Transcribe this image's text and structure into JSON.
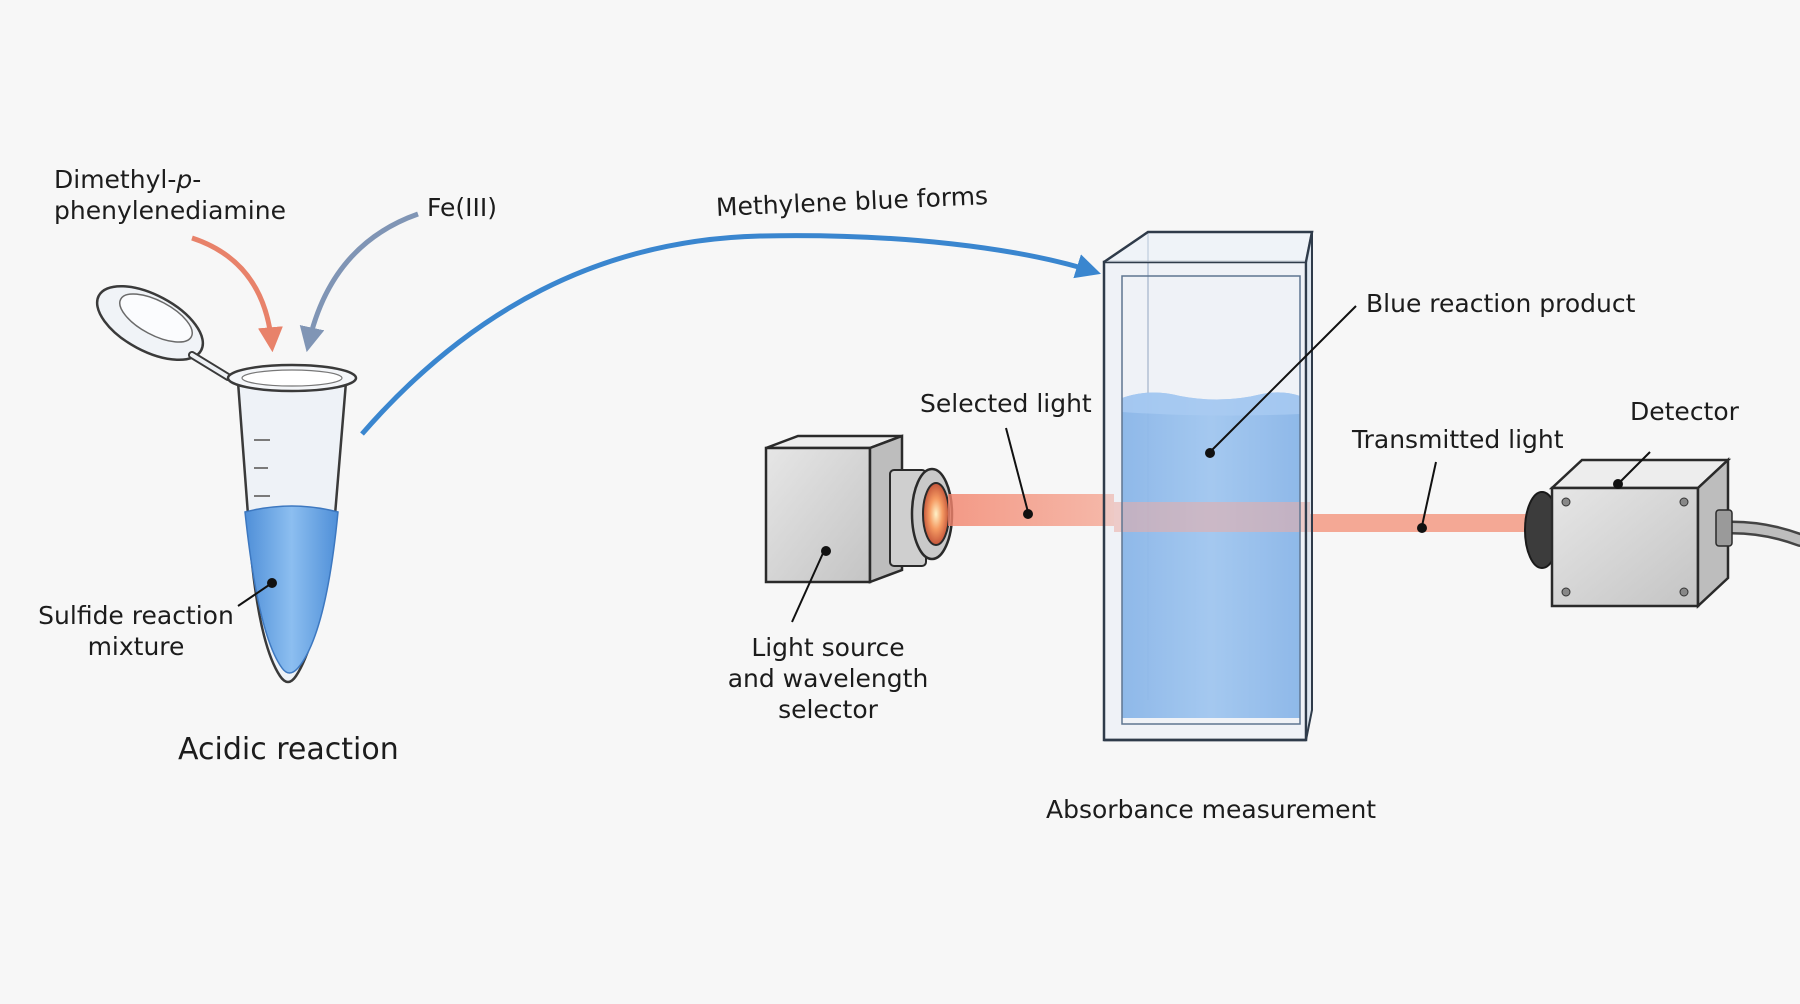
{
  "labels": {
    "reagent1_line1_prefix": "Dimethyl-",
    "reagent1_line1_italic": "p",
    "reagent1_line1_suffix": "-",
    "reagent1_line2": "phenylenediamine",
    "reagent2": "Fe(III)",
    "tube_contents_line1": "Sulfide reaction",
    "tube_contents_line2": "mixture",
    "tube_step": "Acidic reaction",
    "transfer_arrow": "Methylene blue forms",
    "cuvette_contents": "Blue reaction product",
    "beam_in": "Selected light",
    "beam_out": "Transmitted light",
    "detector": "Detector",
    "source_line1": "Light source",
    "source_line2": "and wavelength",
    "source_line3": "selector",
    "measurement_step": "Absorbance measurement"
  },
  "colors": {
    "background": "#f7f7f7",
    "reagent1_arrow": "#e8826a",
    "reagent2_arrow": "#8095b5",
    "transfer_arrow": "#3a86cf",
    "solution_blue": "#6aa6e6",
    "beam": "#f08a72",
    "metal": "#d9d9d9",
    "outline": "#2a2a2a"
  }
}
